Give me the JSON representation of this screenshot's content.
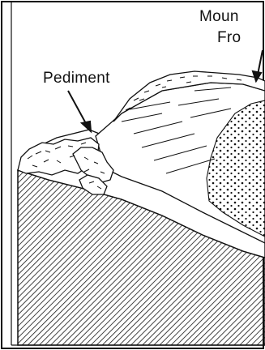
{
  "labels": {
    "mountain": "Moun",
    "front": "Fro",
    "pediment": "Pediment"
  },
  "colors": {
    "ink": "#111111",
    "paper": "#ffffff"
  }
}
